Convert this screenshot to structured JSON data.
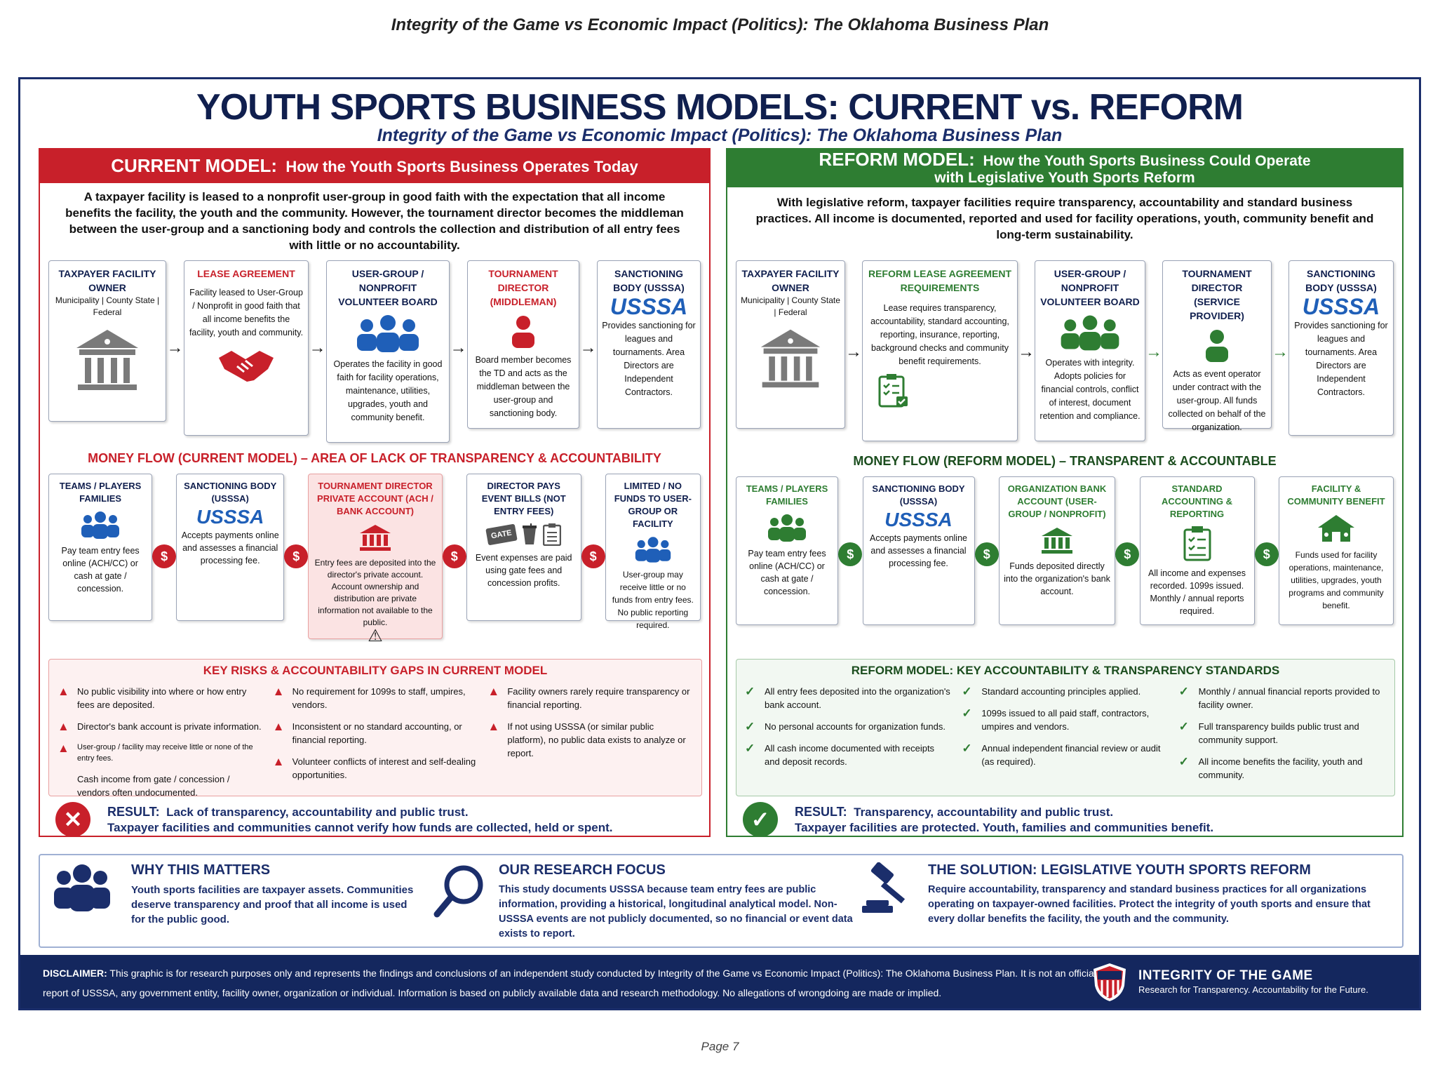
{
  "page": {
    "header": "Integrity of the Game vs Economic Impact (Politics): The Oklahoma Business Plan",
    "number": "Page 7"
  },
  "title": "YOUTH SPORTS BUSINESS MODELS: CURRENT vs. REFORM",
  "subtitle": "Integrity of the Game vs Economic Impact (Politics): The Oklahoma Business Plan",
  "colors": {
    "red": "#c8202a",
    "green": "#2e7d32",
    "navy": "#14275e"
  },
  "current": {
    "banner_bold": "CURRENT MODEL:",
    "banner_rest": "How the Youth Sports Business Operates Today",
    "intro": "A taxpayer facility is leased to a nonprofit user-group in good faith with the expectation that all income benefits the facility, the youth and the community. However, the tournament director becomes the middleman between the user-group and a sanctioning body and controls the collection and distribution of all entry fees with little or no accountability.",
    "cards": [
      {
        "title": "TAXPAYER FACILITY OWNER",
        "sub": "Municipality | County State | Federal",
        "text": ""
      },
      {
        "title": "LEASE AGREEMENT",
        "sub": "",
        "text": "Facility leased to User-Group / Nonprofit in good faith that all income benefits the facility, youth and community."
      },
      {
        "title": "USER-GROUP / NONPROFIT VOLUNTEER BOARD",
        "sub": "",
        "text": "Operates the facility in good faith for facility operations, maintenance, utilities, upgrades, youth and community benefit."
      },
      {
        "title": "TOURNAMENT DIRECTOR (MIDDLEMAN)",
        "sub": "",
        "text": "Board member becomes the TD and acts as the middleman between the user-group and sanctioning body."
      },
      {
        "title": "SANCTIONING BODY (USSSA)",
        "sub": "",
        "text": "Provides sanctioning for leagues and tournaments. Area Directors are Independent Contractors."
      }
    ],
    "flow_title": "MONEY FLOW (CURRENT MODEL) – AREA OF LACK OF TRANSPARENCY & ACCOUNTABILITY",
    "flow": [
      {
        "title": "TEAMS / PLAYERS FAMILIES",
        "text": "Pay team entry fees online (ACH/CC) or cash at gate / concession."
      },
      {
        "title": "SANCTIONING BODY (USSSA)",
        "text": "Accepts payments online and assesses a financial processing fee."
      },
      {
        "title": "TOURNAMENT DIRECTOR PRIVATE ACCOUNT (ACH / BANK ACCOUNT)",
        "text": "Entry fees are deposited into the director's private account. Account ownership and distribution are private information not available to the public."
      },
      {
        "title": "DIRECTOR PAYS EVENT BILLS (NOT ENTRY FEES)",
        "text": "Event expenses are paid using gate fees and concession profits."
      },
      {
        "title": "LIMITED / NO FUNDS TO USER-GROUP OR FACILITY",
        "text": "User-group may receive little or no funds from entry fees. No public reporting required."
      }
    ],
    "risks_title": "KEY RISKS & ACCOUNTABILITY GAPS IN CURRENT MODEL",
    "risks": [
      [
        "No public visibility into where or how entry fees are deposited.",
        "Director's bank account is private information.",
        "User-group / facility may receive little or none of the entry fees.",
        "Cash income from gate / concession / vendors often undocumented."
      ],
      [
        "No requirement for 1099s to staff, umpires, vendors.",
        "Inconsistent or no standard accounting, or financial reporting.",
        "Volunteer conflicts of interest and self-dealing opportunities."
      ],
      [
        "Facility owners rarely require transparency or financial reporting.",
        "If not using USSSA (or similar public platform), no public data exists to analyze or report."
      ]
    ],
    "result_bold": "RESULT:",
    "result_line1": "Lack of transparency, accountability and public trust.",
    "result_line2": "Taxpayer facilities and communities cannot verify how funds are collected, held or spent."
  },
  "reform": {
    "banner_bold": "REFORM MODEL:",
    "banner_line1": "How the Youth Sports Business Could Operate",
    "banner_line2": "with Legislative Youth Sports Reform",
    "intro": "With legislative reform, taxpayer facilities require transparency, accountability and standard business practices. All income is documented, reported and used for facility operations, youth, community benefit and long-term sustainability.",
    "cards": [
      {
        "title": "TAXPAYER FACILITY OWNER",
        "sub": "Municipality | County State | Federal",
        "text": ""
      },
      {
        "title": "REFORM LEASE AGREEMENT REQUIREMENTS",
        "sub": "",
        "text": "Lease requires transparency, accountability, standard accounting, reporting, insurance, reporting, background checks and community benefit requirements."
      },
      {
        "title": "USER-GROUP / NONPROFIT VOLUNTEER BOARD",
        "sub": "",
        "text": "Operates with integrity. Adopts policies for financial controls, conflict of interest, document retention and compliance."
      },
      {
        "title": "TOURNAMENT DIRECTOR (SERVICE PROVIDER)",
        "sub": "",
        "text": "Acts as event operator under contract with the user-group. All funds collected on behalf of the organization."
      },
      {
        "title": "SANCTIONING BODY (USSSA)",
        "sub": "",
        "text": "Provides sanctioning for leagues and tournaments. Area Directors are Independent Contractors."
      }
    ],
    "flow_title": "MONEY FLOW (REFORM MODEL) – TRANSPARENT & ACCOUNTABLE",
    "flow": [
      {
        "title": "TEAMS / PLAYERS FAMILIES",
        "text": "Pay team entry fees online (ACH/CC) or cash at gate / concession."
      },
      {
        "title": "SANCTIONING BODY (USSSA)",
        "text": "Accepts payments online and assesses a financial processing fee."
      },
      {
        "title": "ORGANIZATION BANK ACCOUNT (USER-GROUP / NONPROFIT)",
        "text": "Funds deposited directly into the organization's bank account."
      },
      {
        "title": "STANDARD ACCOUNTING & REPORTING",
        "text": "All income and expenses recorded. 1099s issued. Monthly / annual reports required."
      },
      {
        "title": "FACILITY & COMMUNITY BENEFIT",
        "text": "Funds used for facility operations, maintenance, utilities, upgrades, youth programs and community benefit."
      }
    ],
    "std_title": "REFORM MODEL: KEY ACCOUNTABILITY & TRANSPARENCY STANDARDS",
    "standards": [
      [
        "All entry fees deposited into the organization's bank account.",
        "No personal accounts for organization funds.",
        "All cash income documented with receipts and deposit records."
      ],
      [
        "Standard accounting principles applied.",
        "1099s issued to all paid staff, contractors, umpires and vendors.",
        "Annual independent financial review or audit (as required)."
      ],
      [
        "Monthly / annual financial reports provided to facility owner.",
        "Full transparency builds public trust and community support.",
        "All income benefits the facility, youth and community."
      ]
    ],
    "result_bold": "RESULT:",
    "result_line1": "Transparency, accountability and public trust.",
    "result_line2": "Taxpayer facilities are protected. Youth, families and communities benefit."
  },
  "usssa_logo": "USSSA",
  "gate_label": "GATE",
  "bottom": {
    "why_title": "WHY THIS MATTERS",
    "why_text": "Youth sports facilities are taxpayer assets. Communities deserve transparency and proof that all income is used for the public good.",
    "research_title": "OUR RESEARCH FOCUS",
    "research_text": "This study documents USSSA because team entry fees are public information, providing a historical, longitudinal analytical model. Non-USSSA events are not publicly documented, so no financial or event data exists to report.",
    "solution_title": "THE SOLUTION: LEGISLATIVE YOUTH SPORTS REFORM",
    "solution_text": "Require accountability, transparency and standard business practices for all organizations operating on taxpayer-owned facilities. Protect the integrity of youth sports and ensure that every dollar benefits the facility, the youth and the community."
  },
  "disclaimer": {
    "label": "DISCLAIMER:",
    "text": "This graphic is for research purposes only and represents the findings and conclusions of an independent study conducted by Integrity of the Game vs Economic Impact (Politics): The Oklahoma Business Plan. It is not an official report of USSSA, any government entity, facility owner, organization or individual. Information is based on publicly available data and research methodology. No allegations of wrongdoing are made or implied.",
    "brand": "INTEGRITY OF THE GAME",
    "tagline": "Research for Transparency. Accountability for the Future."
  }
}
